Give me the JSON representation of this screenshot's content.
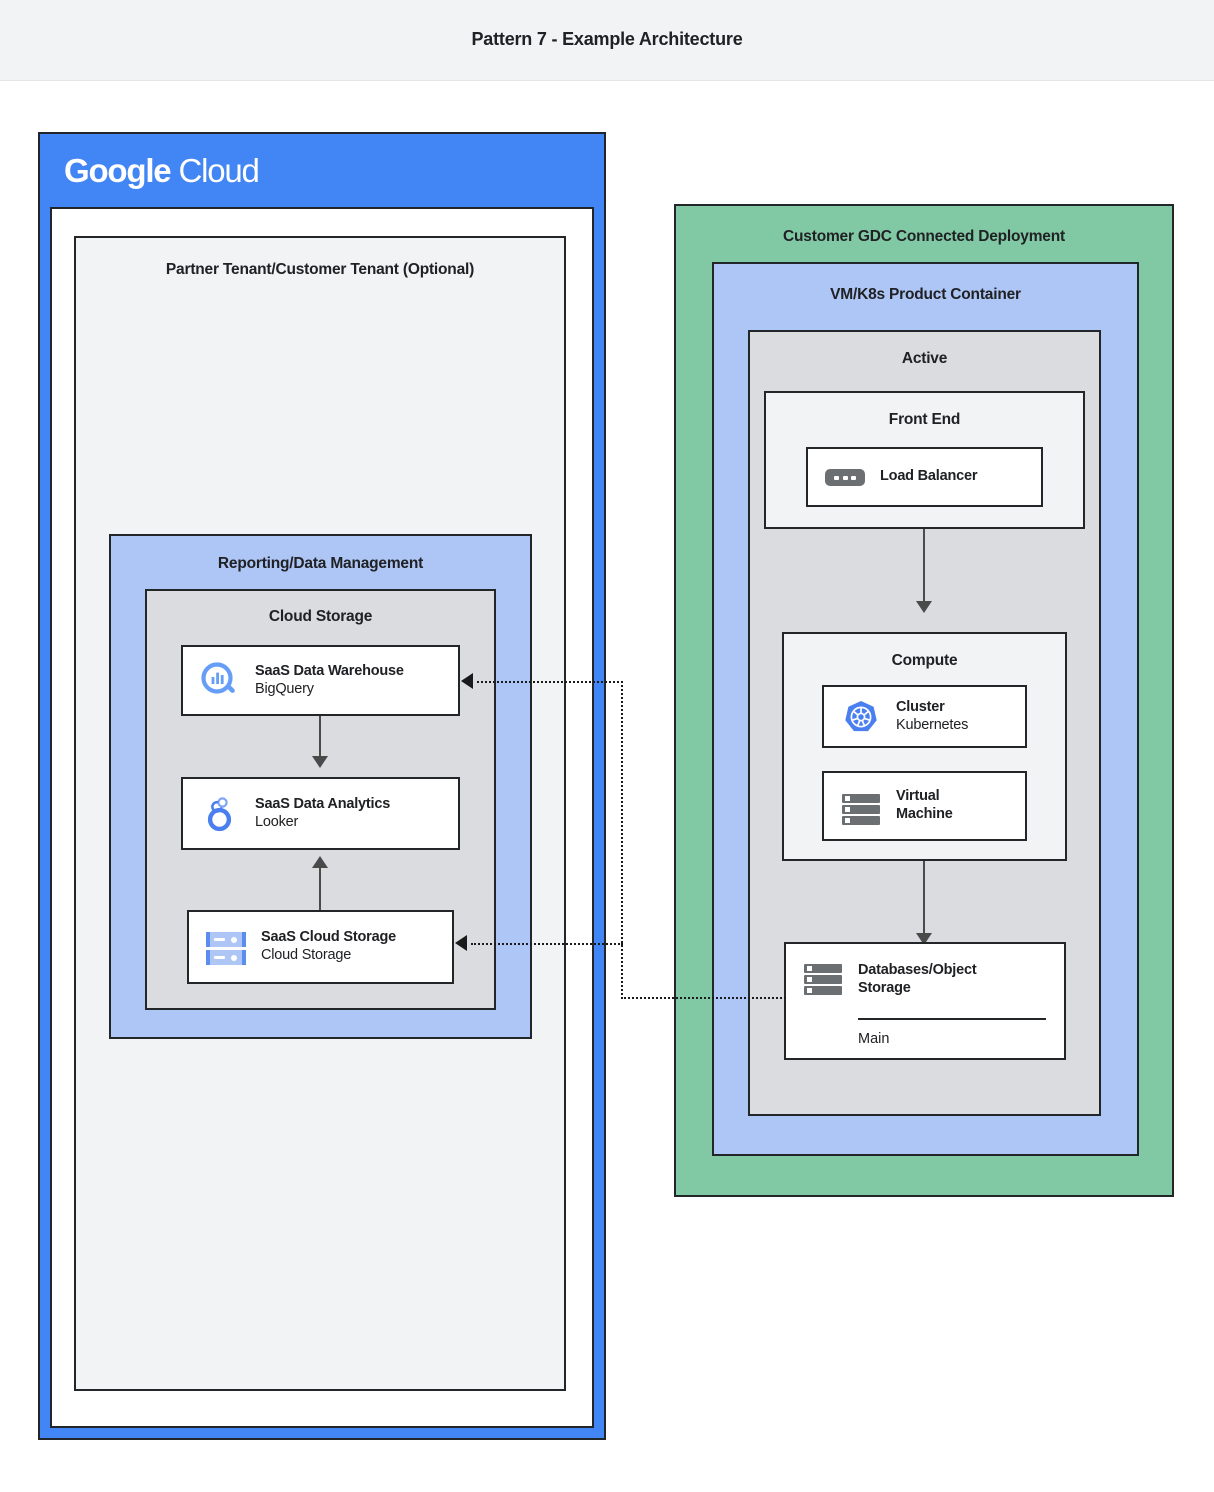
{
  "header": {
    "title": "Pattern 7 - Example Architecture"
  },
  "colors": {
    "header_band": "#f1f3f4",
    "google_cloud_blue": "#4285f4",
    "panel_blue": "#aec6f6",
    "panel_green": "#81c9a4",
    "panel_gray": "#dadce0",
    "panel_light_gray": "#f1f3f4",
    "stroke": "#222628",
    "arrow": "#4a4a4a"
  },
  "google_cloud": {
    "wordmark_bold": "Google",
    "wordmark_light": "Cloud",
    "tenant": {
      "title": "Partner Tenant/Customer Tenant (Optional)",
      "reporting": {
        "title": "Reporting/Data Management",
        "cloud_storage_group": {
          "title": "Cloud Storage",
          "nodes": [
            {
              "title": "SaaS Data Warehouse",
              "subtitle": "BigQuery",
              "icon": "bigquery-icon"
            },
            {
              "title": "SaaS Data Analytics",
              "subtitle": "Looker",
              "icon": "looker-icon"
            },
            {
              "title": "SaaS Cloud Storage",
              "subtitle": "Cloud Storage",
              "icon": "cloud-storage-icon"
            }
          ]
        }
      }
    }
  },
  "gdc": {
    "title": "Customer GDC Connected Deployment",
    "product_container": {
      "title": "VM/K8s Product Container",
      "active": {
        "title": "Active",
        "front_end": {
          "title": "Front End",
          "node": {
            "title": "Load Balancer",
            "icon": "load-balancer-icon"
          }
        },
        "compute": {
          "title": "Compute",
          "nodes": [
            {
              "title": "Cluster",
              "subtitle": "Kubernetes",
              "icon": "kubernetes-icon"
            },
            {
              "title": "Virtual",
              "subtitle": "Machine",
              "icon": "virtual-machine-icon"
            }
          ]
        },
        "database": {
          "title_line1": "Databases/Object",
          "title_line2": "Storage",
          "footer": "Main",
          "icon": "database-icon"
        }
      }
    }
  }
}
